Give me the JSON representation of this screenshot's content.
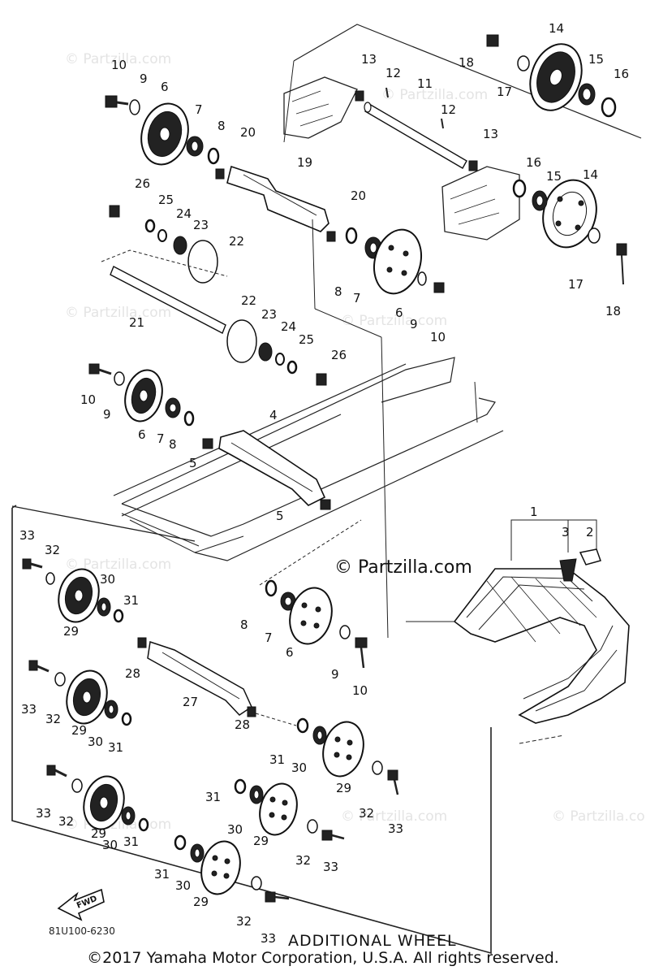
{
  "watermark": "© Partzilla.com",
  "brand_watermark": "© Partzilla.com",
  "inset_title": "ADDITIONAL WHEEL",
  "diagram_code": "81U100-6230",
  "direction_arrow": "FWD",
  "copyright": "©2017  Yamaha Motor Corporation, U.S.A. All rights reserved.",
  "callouts": {
    "c1": "1",
    "c2": "2",
    "c3": "3",
    "c4": "4",
    "c5a": "5",
    "c5b": "5",
    "c6a": "6",
    "c6b": "6",
    "c6c": "6",
    "c6d": "6",
    "c7a": "7",
    "c7b": "7",
    "c7c": "7",
    "c7d": "7",
    "c8a": "8",
    "c8b": "8",
    "c8c": "8",
    "c8d": "8",
    "c9a": "9",
    "c9b": "9",
    "c9c": "9",
    "c9d": "9",
    "c10a": "10",
    "c10b": "10",
    "c10c": "10",
    "c10d": "10",
    "c11": "11",
    "c12a": "12",
    "c12b": "12",
    "c13a": "13",
    "c13b": "13",
    "c14a": "14",
    "c14b": "14",
    "c15a": "15",
    "c15b": "15",
    "c16a": "16",
    "c16b": "16",
    "c17a": "17",
    "c17b": "17",
    "c18a": "18",
    "c18b": "18",
    "c19": "19",
    "c20a": "20",
    "c20b": "20",
    "c21": "21",
    "c22a": "22",
    "c22b": "22",
    "c23a": "23",
    "c23b": "23",
    "c24a": "24",
    "c24b": "24",
    "c25a": "25",
    "c25b": "25",
    "c26a": "26",
    "c26b": "26",
    "c27": "27",
    "c28a": "28",
    "c28b": "28",
    "c29a": "29",
    "c29b": "29",
    "c29c": "29",
    "c29d": "29",
    "c29e": "29",
    "c29f": "29",
    "c30a": "30",
    "c30b": "30",
    "c30c": "30",
    "c30d": "30",
    "c30e": "30",
    "c30f": "30",
    "c31a": "31",
    "c31b": "31",
    "c31c": "31",
    "c31d": "31",
    "c31e": "31",
    "c31f": "31",
    "c32a": "32",
    "c32b": "32",
    "c32c": "32",
    "c32d": "32",
    "c32e": "32",
    "c32f": "32",
    "c33a": "33",
    "c33b": "33",
    "c33c": "33",
    "c33d": "33",
    "c33e": "33",
    "c33f": "33"
  }
}
